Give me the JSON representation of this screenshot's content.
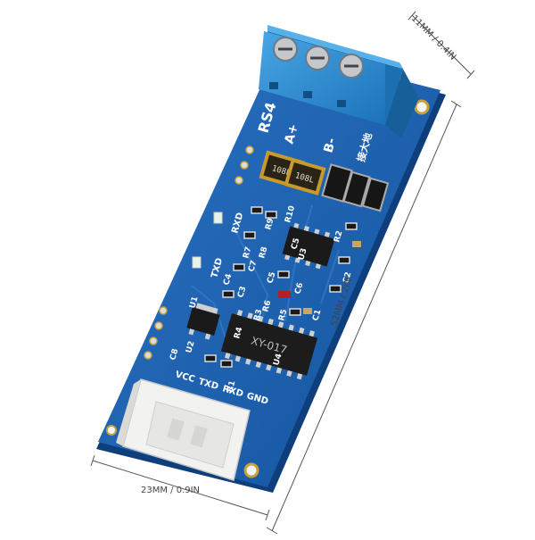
{
  "dimensions": {
    "top": "11MM / 0.4IN",
    "right": "52MM / 2IN",
    "bottom": "23MM / 0.9IN"
  },
  "board": {
    "header_text": "RS4",
    "terminal_labels": [
      "A+",
      "B-"
    ],
    "terminal_note": "接大地",
    "main_chip_label": "XY-017",
    "tantalum_cap_label": "108L",
    "connector_pin_labels": [
      "VCC",
      "TXD",
      "RXD",
      "GND"
    ],
    "led_labels": [
      "RXD",
      "TXD"
    ],
    "component_labels": [
      "R1",
      "R2",
      "R3",
      "R4",
      "R5",
      "R6",
      "R7",
      "R8",
      "R9",
      "R10",
      "C1",
      "C2",
      "C3",
      "C4",
      "C5",
      "C6",
      "C7",
      "C8",
      "U1",
      "U2",
      "U3",
      "U4"
    ]
  },
  "colors": {
    "pcb": "#1b5fb0",
    "pcb_edge": "#0e3f7c",
    "terminal": "#2f8fd6",
    "chip": "#1a1a1a",
    "connector": "#f2f2f0",
    "silkscreen": "#ffffff"
  }
}
